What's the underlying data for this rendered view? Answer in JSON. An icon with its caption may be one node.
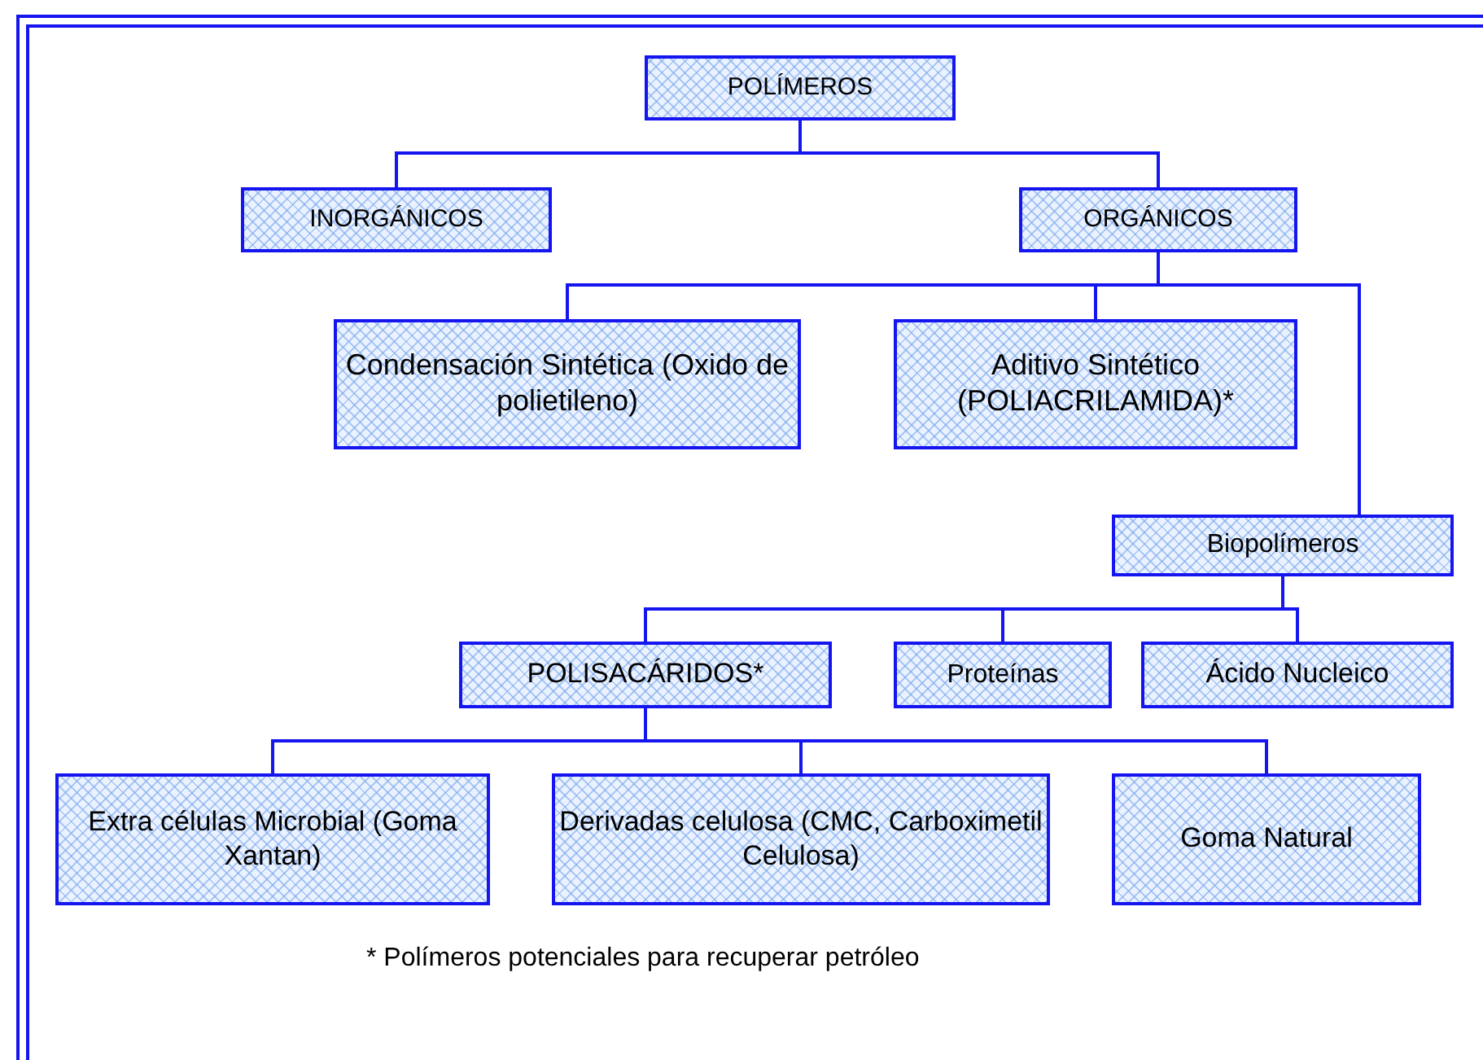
{
  "diagram": {
    "nodes": [
      {
        "text": [
          "POLÍMEROS"
        ]
      },
      {
        "text": [
          "INORGÁNICOS"
        ]
      },
      {
        "text": [
          "ORGÁNICOS"
        ]
      },
      {
        "text": [
          "Condensación Sintética (Oxido de polietileno)"
        ]
      },
      {
        "text": [
          "Aditivo Sintético (POLIACRILAMIDA)*"
        ]
      },
      {
        "text": [
          "Biopolímeros"
        ]
      },
      {
        "text": [
          "POLISACÁRIDOS*"
        ]
      },
      {
        "text": [
          "Proteínas"
        ]
      },
      {
        "text": [
          "Ácido Nucleico"
        ]
      },
      {
        "text": [
          "Extra células Microbial (Goma Xantan)"
        ]
      },
      {
        "text": [
          "Derivadas celulosa (CMC, Carboximetil Celulosa)"
        ]
      },
      {
        "text": [
          "Goma Natural"
        ]
      }
    ],
    "edges": [
      {
        "from": 0,
        "to": 1,
        "arrow": "none"
      },
      {
        "from": 0,
        "to": 2,
        "arrow": "none"
      },
      {
        "from": 2,
        "to": 3,
        "arrow": "none"
      },
      {
        "from": 2,
        "to": 4,
        "arrow": "none"
      },
      {
        "from": 2,
        "to": 5,
        "arrow": "none"
      },
      {
        "from": 5,
        "to": 6,
        "arrow": "none"
      },
      {
        "from": 5,
        "to": 7,
        "arrow": "none"
      },
      {
        "from": 5,
        "to": 8,
        "arrow": "none"
      },
      {
        "from": 6,
        "to": 9,
        "arrow": "none"
      },
      {
        "from": 6,
        "to": 10,
        "arrow": "none"
      },
      {
        "from": 6,
        "to": 11,
        "arrow": "none"
      }
    ],
    "labels": [
      "* Polímeros potenciales para recuperar petróleo"
    ]
  }
}
